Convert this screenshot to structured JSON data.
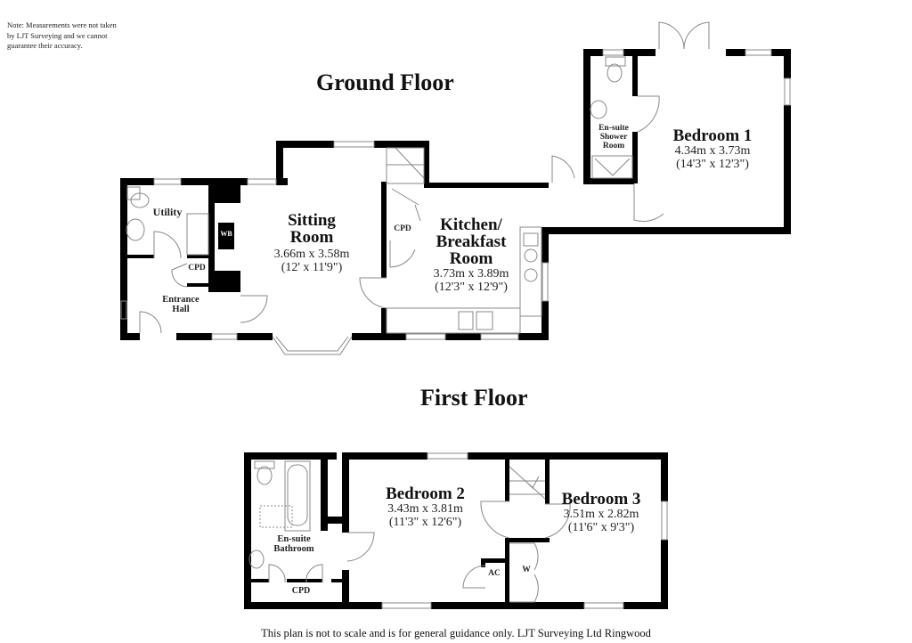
{
  "note": "Note: Measurements were not taken\nby LJT Surveying and we cannot\n guarantee their accuracy.",
  "footer": "This plan is not to scale and is for general guidance only. LJT Surveying Ltd Ringwood",
  "ground_floor": {
    "title": "Ground Floor",
    "rooms": {
      "sitting_room": {
        "name": "Sitting\nRoom",
        "metric": "3.66m x 3.58m",
        "imperial": "(12' x 11'9\")"
      },
      "kitchen": {
        "name": "Kitchen/\nBreakfast\nRoom",
        "metric": "3.73m x 3.89m",
        "imperial": "(12'3\" x 12'9\")"
      },
      "bedroom1": {
        "name": "Bedroom 1",
        "metric": "4.34m x 3.73m",
        "imperial": "(14'3\" x 12'3\")"
      },
      "utility": {
        "name": "Utility"
      },
      "entrance_hall": {
        "name": "Entrance\nHall"
      },
      "ensuite_shower": {
        "name": "En-suite\nShower\nRoom"
      }
    },
    "labels": {
      "cpd_hall": "CPD",
      "cpd_kitchen": "CPD",
      "wood_burner": "WB"
    }
  },
  "first_floor": {
    "title": "First Floor",
    "rooms": {
      "bedroom2": {
        "name": "Bedroom 2",
        "metric": "3.43m x 3.81m",
        "imperial": "(11'3\" x 12'6\")"
      },
      "bedroom3": {
        "name": "Bedroom 3",
        "metric": "3.51m x 2.82m",
        "imperial": "(11'6\" x 9'3\")"
      },
      "ensuite_bathroom": {
        "name": "En-suite\nBathroom"
      }
    },
    "labels": {
      "cpd": "CPD",
      "airing_cupboard": "AC",
      "wardrobe": "W"
    }
  },
  "colors": {
    "wall": "#000000",
    "fixture": "#777777",
    "background": "#ffffff"
  }
}
